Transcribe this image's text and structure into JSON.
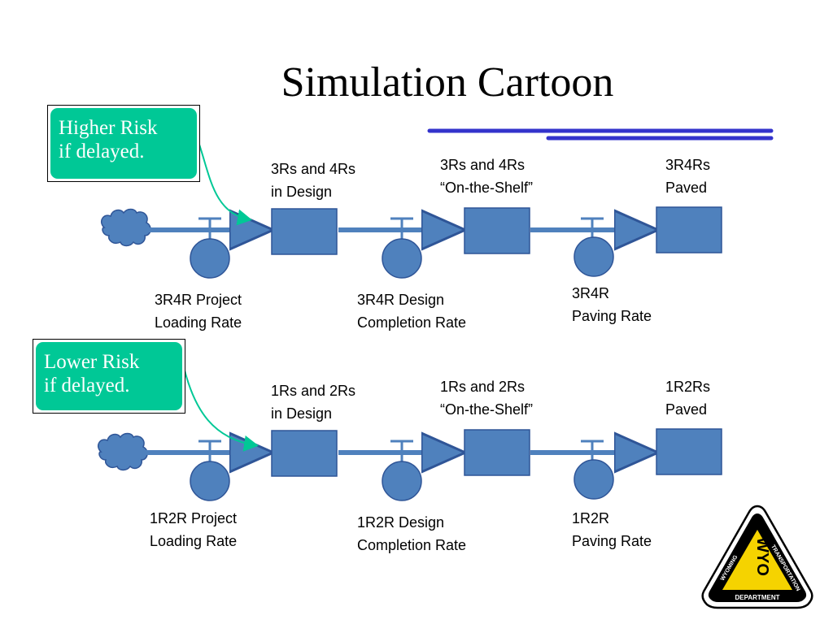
{
  "title": "Simulation Cartoon",
  "callouts": {
    "upper": {
      "line1": "Higher Risk",
      "line2": "if delayed."
    },
    "lower": {
      "line1": "Lower Risk",
      "line2": "if delayed."
    }
  },
  "upper_row": {
    "stock1": {
      "line1": "3Rs and 4Rs",
      "line2": "in Design"
    },
    "stock2": {
      "line1": "3Rs and 4Rs",
      "line2": "“On-the-Shelf”"
    },
    "stock3": {
      "line1": "3R4Rs",
      "line2": "Paved"
    },
    "rate1": {
      "line1": "3R4R Project",
      "line2": "Loading Rate"
    },
    "rate2": {
      "line1": "3R4R Design",
      "line2": "Completion Rate"
    },
    "rate3": {
      "line1": "3R4R",
      "line2": "Paving Rate"
    }
  },
  "lower_row": {
    "stock1": {
      "line1": "1Rs and 2Rs",
      "line2": "in Design"
    },
    "stock2": {
      "line1": "1Rs and 2Rs",
      "line2": "“On-the-Shelf”"
    },
    "stock3": {
      "line1": "1R2Rs",
      "line2": "Paved"
    },
    "rate1": {
      "line1": "1R2R Project",
      "line2": "Loading Rate"
    },
    "rate2": {
      "line1": "1R2R Design",
      "line2": "Completion Rate"
    },
    "rate3": {
      "line1": "1R2R",
      "line2": "Paving Rate"
    }
  },
  "logo": {
    "left_text": "WYOMING",
    "right_text": "TRANSPORTATION",
    "bottom_text": "DEPARTMENT",
    "letters": "WYO"
  },
  "colors": {
    "shape_fill": "#4f81bd",
    "shape_stroke": "#2f5597",
    "callout_fill": "#00c896",
    "accent_line": "#3333cc",
    "logo_yellow": "#f5d300"
  }
}
